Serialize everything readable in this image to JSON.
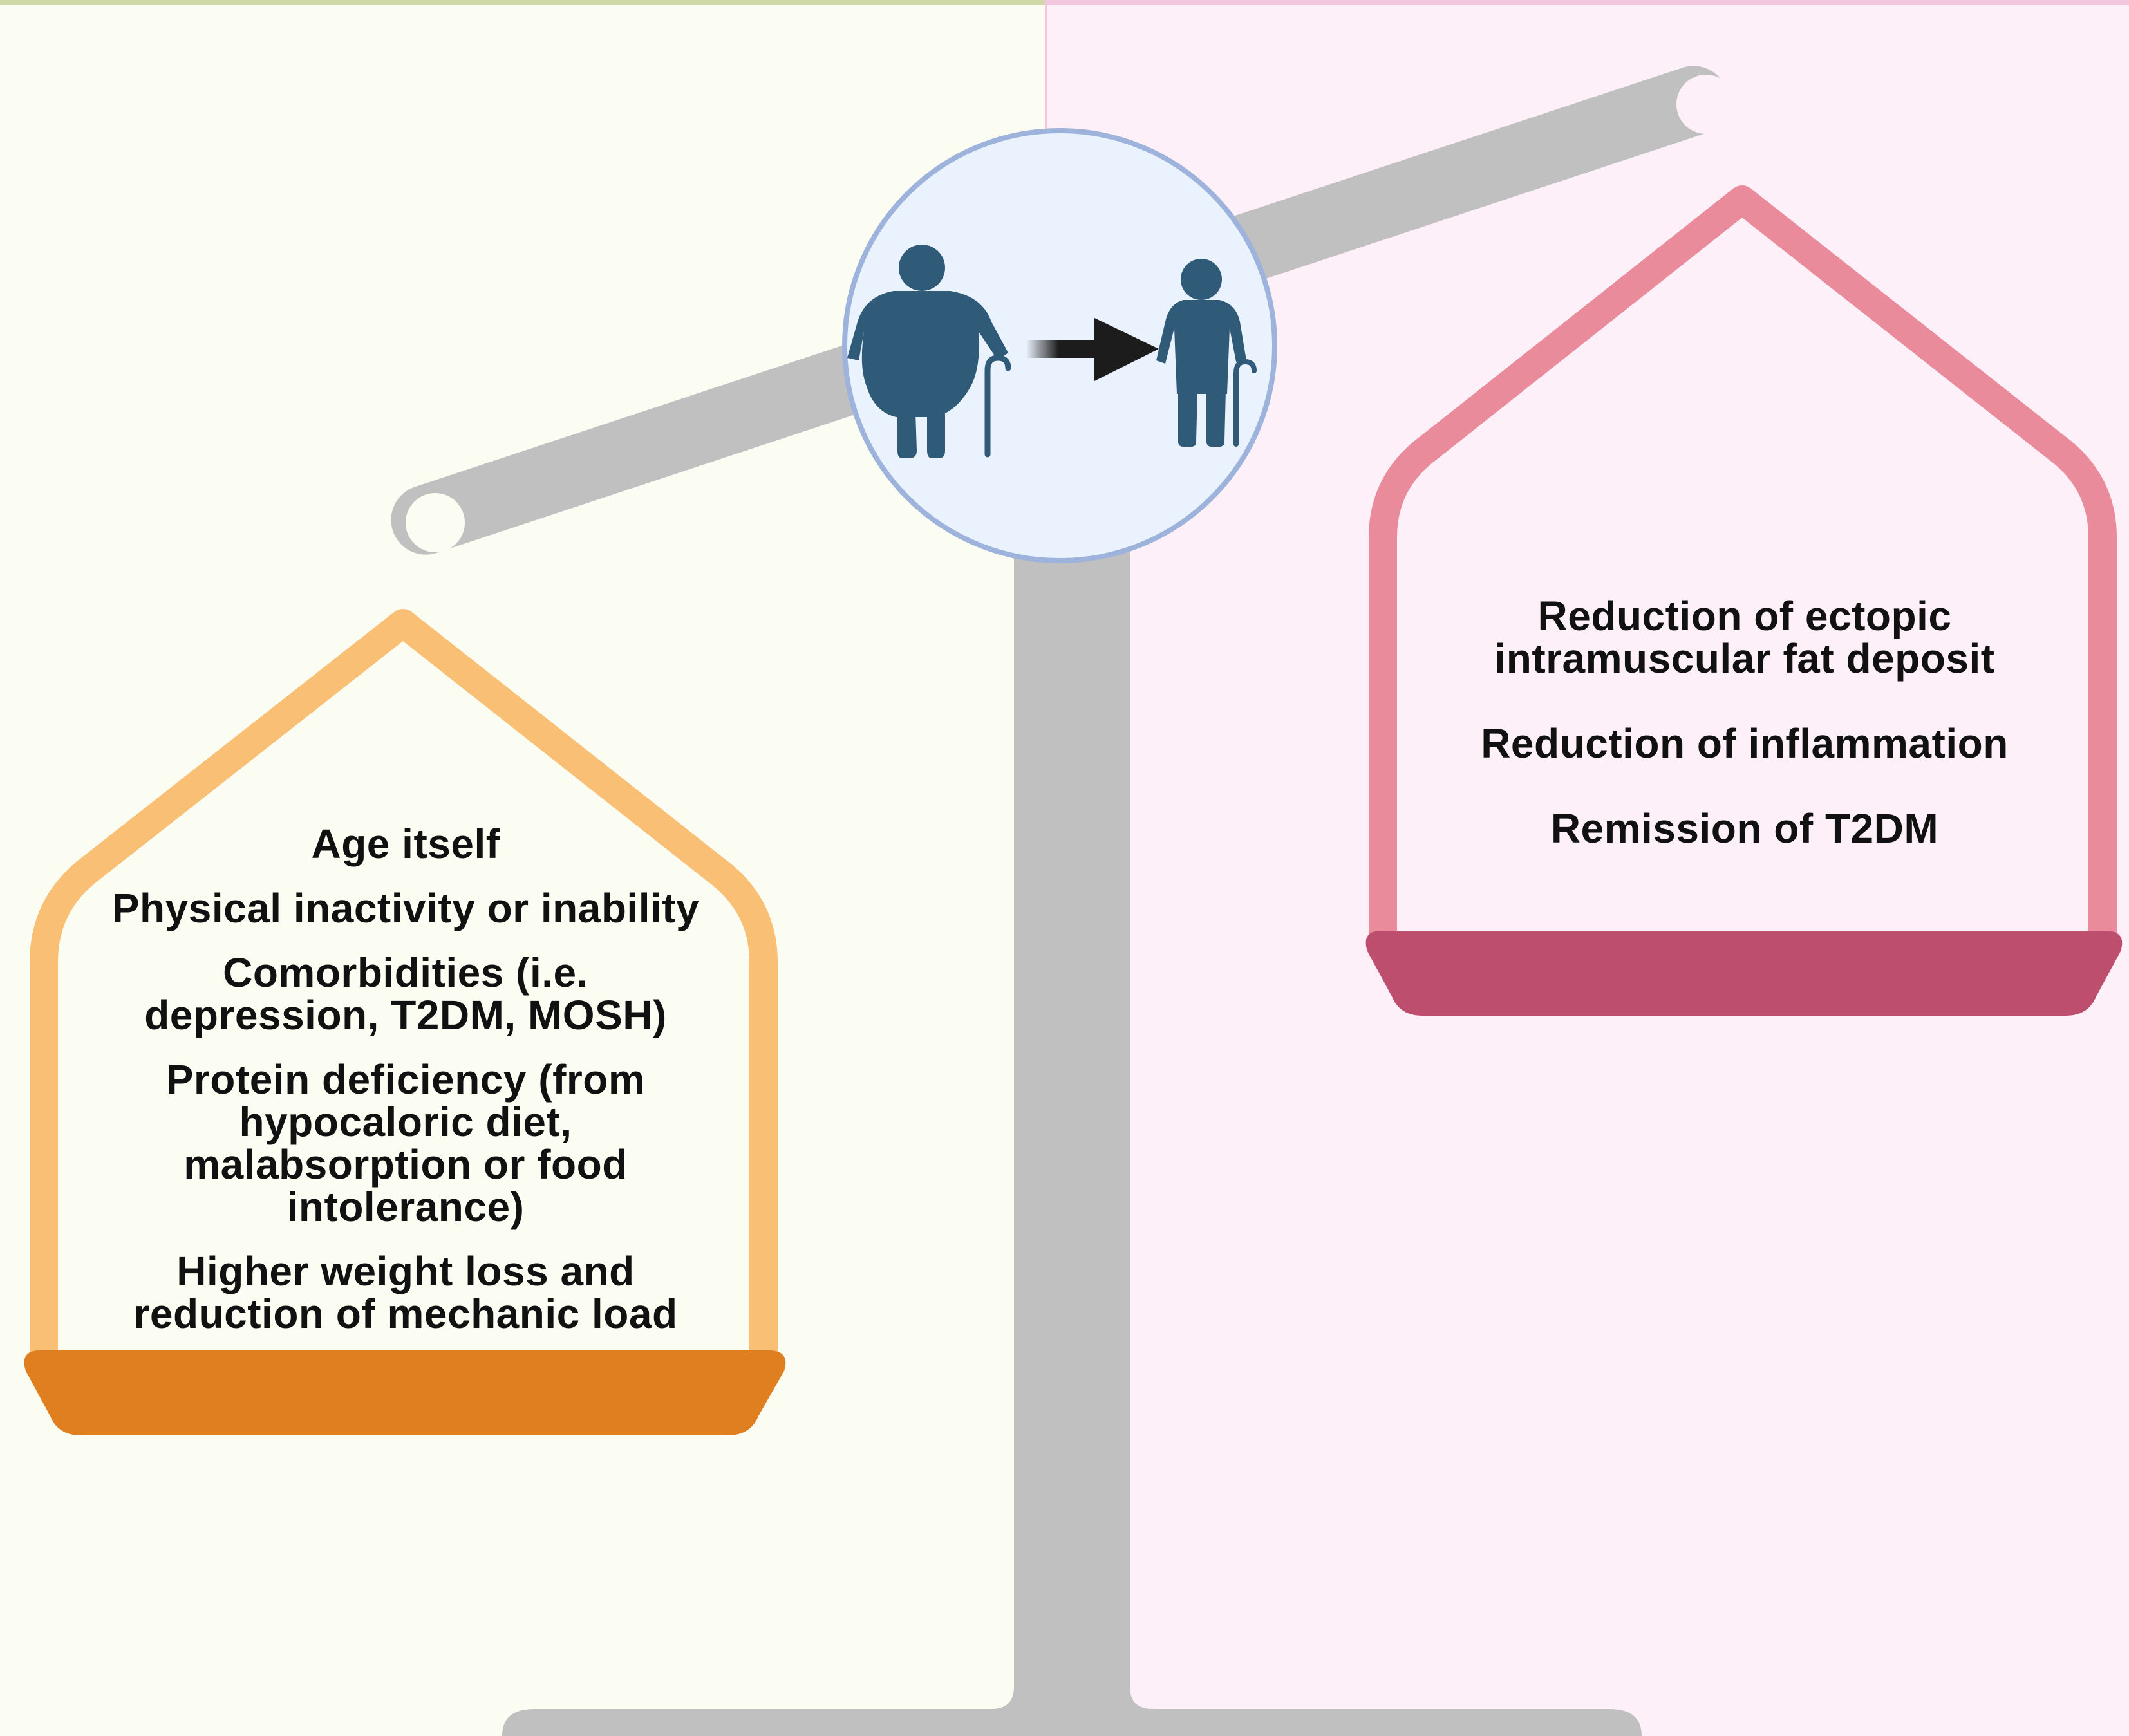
{
  "colors": {
    "left_panel_bg": "#fcfdf2",
    "right_panel_bg": "#fef0f8",
    "left_panel_top_border": "#cfd9a8",
    "right_panel_top_border": "#f2c6df",
    "scale_gray": "#c0c0c0",
    "left_pan_frame": "#f9bf74",
    "left_pan_base": "#e07f20",
    "right_pan_frame": "#e98b9a",
    "right_pan_base": "#be4e6e",
    "circle_fill": "#eaf2fd",
    "circle_stroke": "#9db3dc",
    "figure_fill": "#2f5b78",
    "arrow_fill": "#1c1c1c"
  },
  "icons": {
    "obese_elderly": "obese-elderly-person-with-cane-icon",
    "thin_elderly": "thin-elderly-person-with-cane-icon",
    "transition_arrow": "arrow-right-icon"
  },
  "left_pan": {
    "items": [
      "Age itself",
      "Physical inactivity or inability",
      "Comorbidities (i.e. depression, T2DM, MOSH)",
      "Protein deficiency (from hypocaloric diet, malabsorption or food intolerance)",
      "Higher weight loss and reduction of mechanic load"
    ]
  },
  "right_pan": {
    "items": [
      "Reduction of ectopic intramuscular fat deposit",
      "Reduction of inflammation",
      "Remission of T2DM"
    ]
  }
}
